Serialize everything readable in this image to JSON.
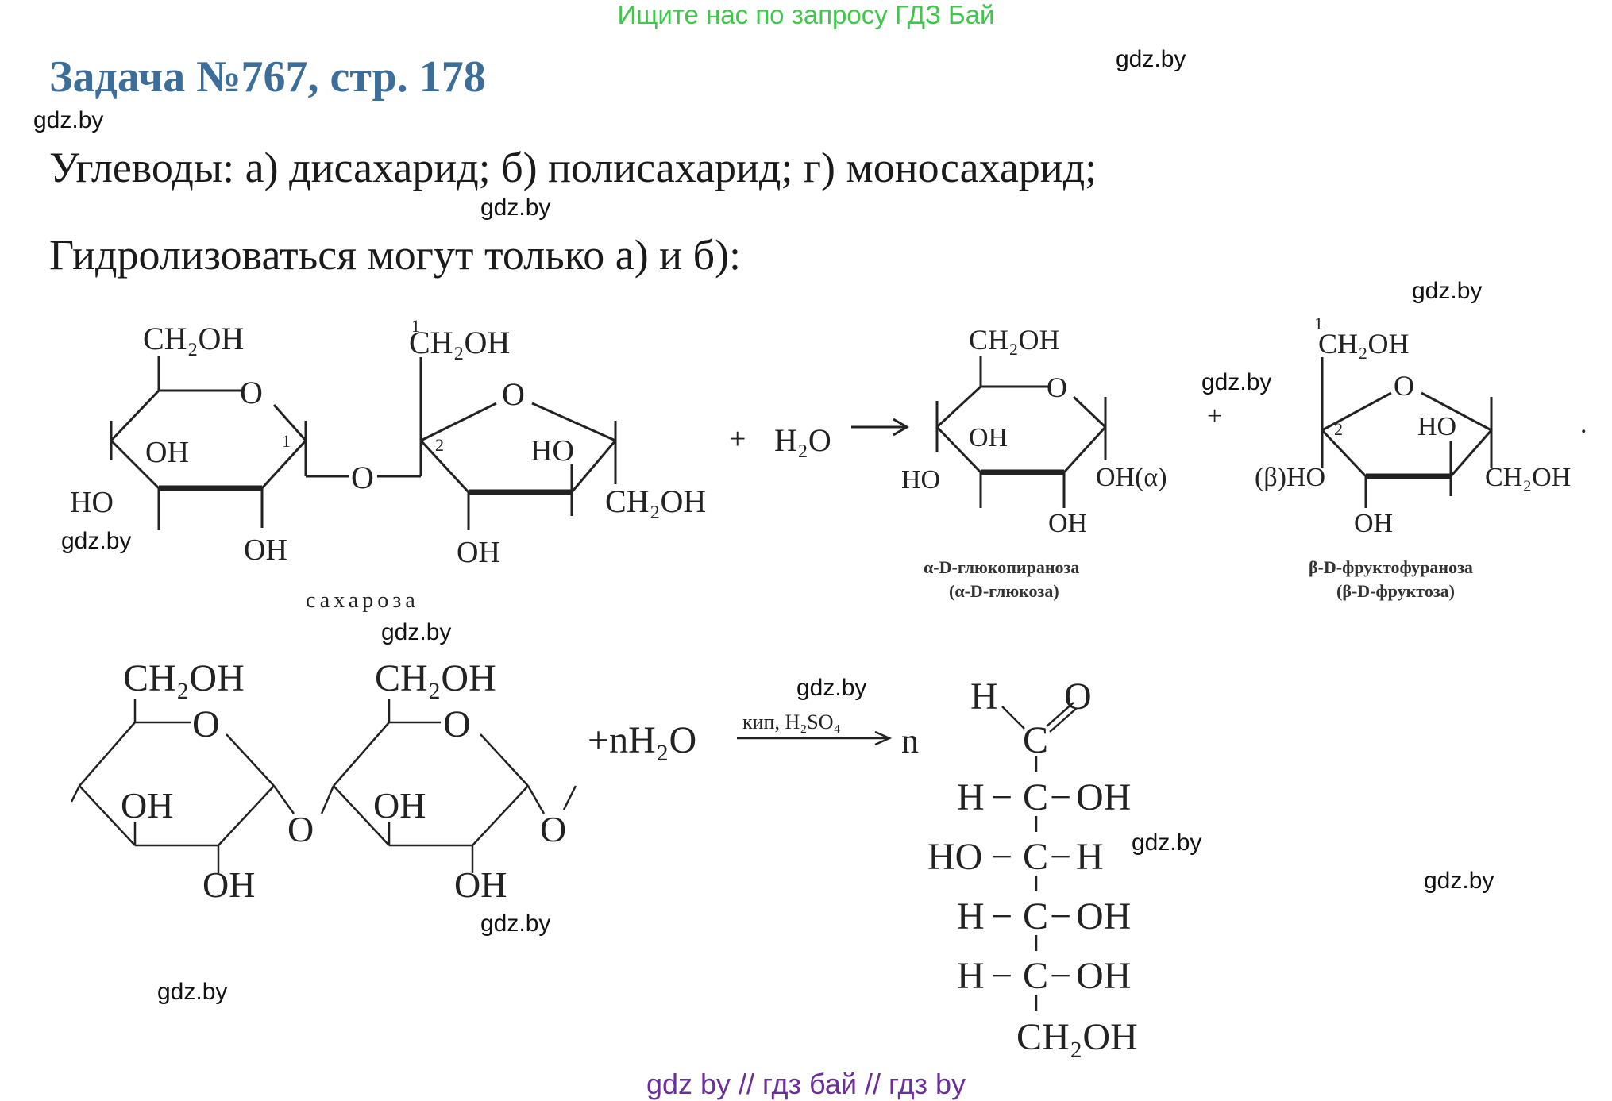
{
  "banner": "Ищите нас по запросу ГДЗ Бай",
  "title": "Задача №767, стр. 178",
  "line1": "Углеводы: а) дисахарид; б) полисахарид; г) моносахарид;",
  "line2": "Гидролизоваться могут только а) и б):",
  "watermark": "gdz.by",
  "footer": "gdz by  //  гдз бай  //  гдз by",
  "sucrose": {
    "ch2oh": "CH₂OH",
    "ch2oh_b": "CH₂OH",
    "ring_o": "O",
    "oh": "OH",
    "ho": "HO",
    "n1": "1",
    "n2": "2",
    "caption": "сахароза"
  },
  "reaction1": {
    "plus": "+",
    "water": "H₂O",
    "plus2": "+",
    "dot": "."
  },
  "glucose": {
    "caption1": "α-D-глюкопираноза",
    "caption2": "(α-D-глюкоза)",
    "oh_alpha": "OH(α)"
  },
  "fructose": {
    "caption1": "β-D-фруктофураноза",
    "caption2": "(β-D-фруктоза)",
    "ho_beta": "(β)HO"
  },
  "polysaccharide": {
    "water": "+nH₂O",
    "conditions": "кип, H₂SO₄",
    "n": "n"
  },
  "open_glucose": {
    "h": "H",
    "c": "C",
    "o": "O",
    "r1": [
      "H",
      "C",
      "OH"
    ],
    "r2": [
      "HO",
      "C",
      "H"
    ],
    "r3": [
      "H",
      "C",
      "OH"
    ],
    "r4": [
      "H",
      "C",
      "OH"
    ],
    "bottom": "CH₂OH"
  }
}
